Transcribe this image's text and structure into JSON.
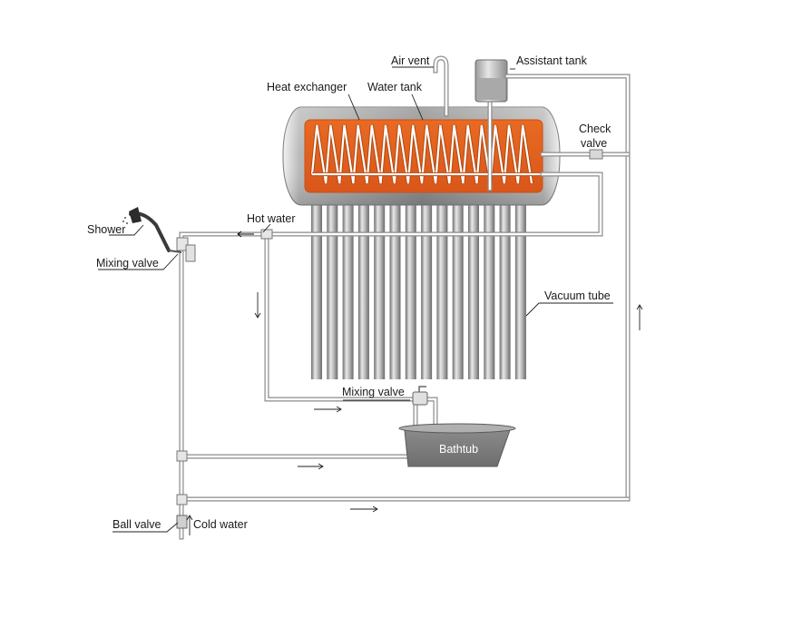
{
  "labels": {
    "air_vent": "Air vent",
    "assistant_tank": "Assistant tank",
    "heat_exchanger": "Heat exchanger",
    "water_tank": "Water tank",
    "check_valve_line1": "Check",
    "check_valve_line2": "valve",
    "shower": "Shower",
    "hot_water": "Hot water",
    "mixing_valve_left": "Mixing valve",
    "vacuum_tube": "Vacuum tube",
    "mixing_valve_bath": "Mixing valve",
    "bathtub": "Bathtub",
    "ball_valve": "Ball valve",
    "cold_water": "Cold water"
  },
  "colors": {
    "tank_shell": "#9a9a9a",
    "tank_inner": "#e2631b",
    "coil": "#ffffff",
    "vacuum_tube_dark": "#7c7c7c",
    "vacuum_tube_light": "#e4e4e4",
    "bathtub": "#7d7d7d",
    "pipe": "#8a8a8a"
  }
}
